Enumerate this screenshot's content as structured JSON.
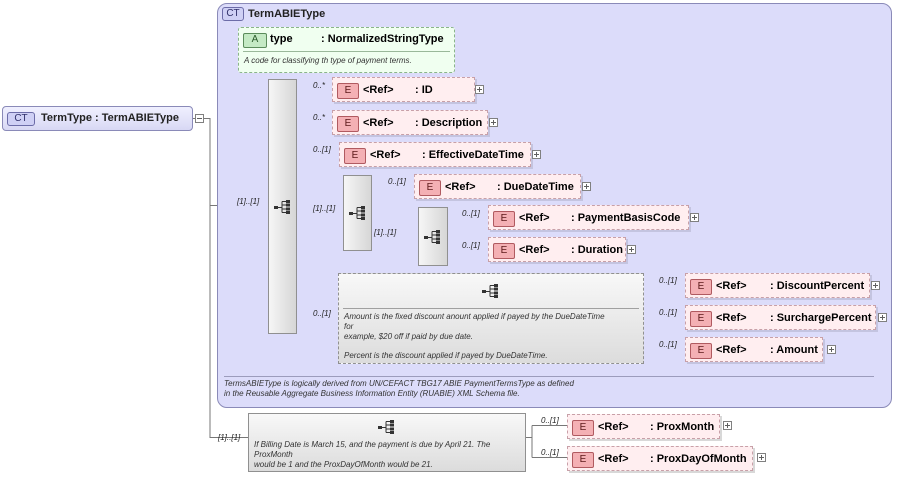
{
  "root": {
    "badge": "CT",
    "label": "TermType : TermABIEType"
  },
  "complex_type": {
    "badge": "CT",
    "title": "TermABIEType",
    "documentation": [
      "TermsABIEType is logically derived from UN/CEFACT TBG17 ABIE PaymentTermsType as defined",
      "in the Reusable Aggregate Business Information Entity (RUABIE) XML Schema file."
    ]
  },
  "attribute": {
    "badge": "A",
    "name": "type",
    "type": ": NormalizedStringType",
    "documentation": "A code for classifying th type of payment terms."
  },
  "cardinalities": {
    "root_to_seq": "[1]..[1]",
    "seq_to_nested1": "[1]..[1]",
    "nested1_to_nested2": "[1]..[1]",
    "id": "0..*",
    "description": "0..*",
    "effective": "0..[1]",
    "duedate": "0..[1]",
    "paymentbasis": "0..[1]",
    "duration": "0..[1]",
    "choice_seq": "0..[1]",
    "discount": "0..[1]",
    "surcharge": "0..[1]",
    "amount": "0..[1]",
    "root_to_bottom": "[1]..[1]",
    "proxmonth": "0..[1]",
    "proxday": "0..[1]"
  },
  "elements": {
    "badge": "E",
    "ref": "<Ref>",
    "id": ": ID",
    "description": ": Description",
    "effective": ": EffectiveDateTime",
    "duedate": ": DueDateTime",
    "paymentbasis": ": PaymentBasisCode",
    "duration": ": Duration",
    "discount": ": DiscountPercent",
    "surcharge": ": SurchargePercent",
    "amount": ": Amount",
    "proxmonth": ": ProxMonth",
    "proxday": ": ProxDayOfMonth"
  },
  "amount_sequence_doc": [
    "Amount is the fixed discount anount applied if payed by the DueDateTime",
    "for",
    "example, $20 off if paid by due date.",
    "",
    "Percent is the discount applied if payed by DueDateTime."
  ],
  "prox_sequence_doc": [
    "If Billing Date is March 15, and the payment is due by April 21. The",
    "ProxMonth",
    "would be 1 and the ProxDayOfMonth would be 21."
  ]
}
